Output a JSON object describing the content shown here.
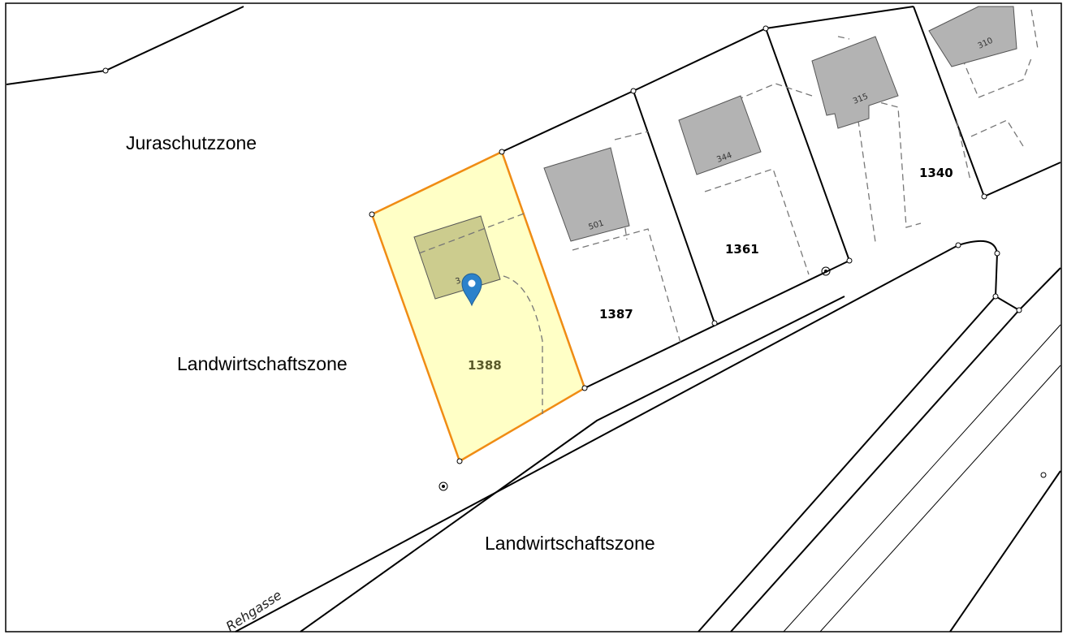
{
  "colors": {
    "background": "#ffffff",
    "frame": "#000000",
    "parcel_line": "#000000",
    "building_fill": "#b3b3b3",
    "building_stroke": "#555555",
    "selected_fill": "#ffffc0",
    "selected_stroke": "#f08c14",
    "selected_building_fill": "#cccc8e",
    "marker": "#2b82cb"
  },
  "zones": [
    {
      "id": "jura",
      "label": "Juraschutzzone"
    },
    {
      "id": "landwirtschaft_west",
      "label": "Landwirtschaftszone"
    },
    {
      "id": "landwirtschaft_south",
      "label": "Landwirtschaftszone"
    }
  ],
  "parcels": [
    {
      "id": "1388",
      "label": "1388",
      "selected": true
    },
    {
      "id": "1387",
      "label": "1387",
      "selected": false
    },
    {
      "id": "1361",
      "label": "1361",
      "selected": false
    },
    {
      "id": "1340",
      "label": "1340",
      "selected": false
    }
  ],
  "buildings": [
    {
      "id": "b-selected",
      "label": "3"
    },
    {
      "id": "b501",
      "label": "501"
    },
    {
      "id": "b344",
      "label": "344"
    },
    {
      "id": "b315",
      "label": "315"
    },
    {
      "id": "b310",
      "label": "310"
    }
  ],
  "street": {
    "label": "Rehgasse"
  },
  "marker": {
    "icon": "map-pin-icon"
  }
}
